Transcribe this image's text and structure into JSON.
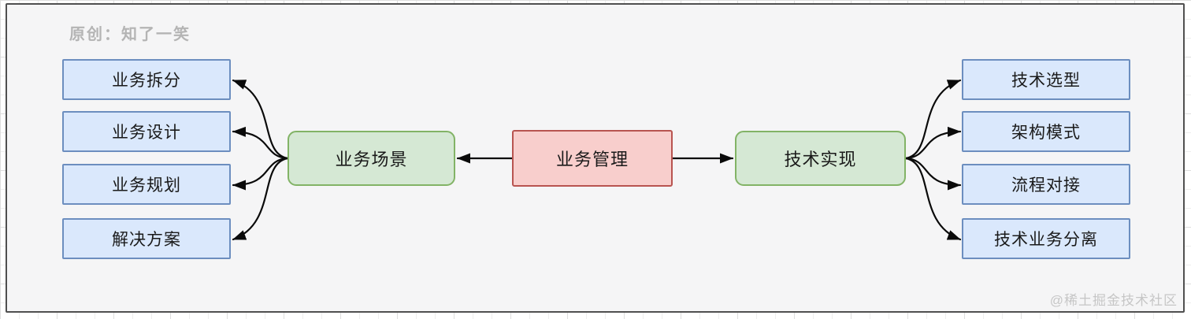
{
  "watermarks": {
    "author": "原创：知了一笑",
    "community": "@稀土掘金技术社区"
  },
  "diagram": {
    "root": {
      "label": "业务管理"
    },
    "left_hub": {
      "label": "业务场景"
    },
    "right_hub": {
      "label": "技术实现"
    },
    "left_leaves": [
      {
        "label": "业务拆分"
      },
      {
        "label": "业务设计"
      },
      {
        "label": "业务规划"
      },
      {
        "label": "解决方案"
      }
    ],
    "right_leaves": [
      {
        "label": "技术选型"
      },
      {
        "label": "架构模式"
      },
      {
        "label": "流程对接"
      },
      {
        "label": "技术业务分离"
      }
    ],
    "colors": {
      "root_fill": "#f8cecc",
      "root_border": "#b85450",
      "hub_fill": "#d5e8d4",
      "hub_border": "#82b366",
      "leaf_fill": "#dae8fc",
      "leaf_border": "#6c8ebf",
      "connector": "#0a0a0a",
      "panel_fill": "#f5f5f6",
      "panel_border": "#4f4f4f"
    }
  }
}
